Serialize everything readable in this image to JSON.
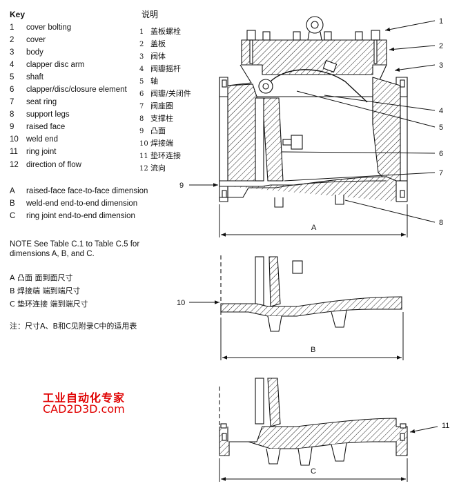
{
  "key": {
    "title": "Key",
    "cn_title": "说明",
    "items": [
      {
        "num": "1",
        "label": "cover bolting",
        "cn": "盖板螺栓"
      },
      {
        "num": "2",
        "label": "cover",
        "cn": "盖板"
      },
      {
        "num": "3",
        "label": "body",
        "cn": "阀体"
      },
      {
        "num": "4",
        "label": "clapper disc arm",
        "cn": "阀瓣摇杆"
      },
      {
        "num": "5",
        "label": "shaft",
        "cn": "轴"
      },
      {
        "num": "6",
        "label": "clapper/disc/closure element",
        "cn": "阀瓣/关闭件"
      },
      {
        "num": "7",
        "label": "seat ring",
        "cn": "阀座圈"
      },
      {
        "num": "8",
        "label": "support legs",
        "cn": "支撑柱"
      },
      {
        "num": "9",
        "label": "raised face",
        "cn": "凸面"
      },
      {
        "num": "10",
        "label": "weld end",
        "cn": "焊接端"
      },
      {
        "num": "11",
        "label": "ring joint",
        "cn": "垫环连接"
      },
      {
        "num": "12",
        "label": "direction of flow",
        "cn": "流向"
      }
    ]
  },
  "dimensions": [
    {
      "letter": "A",
      "label": "raised-face face-to-face dimension",
      "cn": "A 凸面  面到面尺寸"
    },
    {
      "letter": "B",
      "label": "weld-end end-to-end dimension",
      "cn": "B 焊接端  端到端尺寸"
    },
    {
      "letter": "C",
      "label": "ring joint end-to-end dimension",
      "cn": "C 垫环连接  端到端尺寸"
    }
  ],
  "note": "NOTE    See Table C.1 to Table C.5 for dimensions A, B, and C.",
  "cn_note": "注：尺寸A、B和C见附录C中的适用表",
  "brand": {
    "line1": "工业自动化专家",
    "line2": "CAD2D3D.com",
    "color": "#e00000"
  },
  "callouts": {
    "c1": "1",
    "c2": "2",
    "c3": "3",
    "c4": "4",
    "c5": "5",
    "c6": "6",
    "c7": "7",
    "c8": "8",
    "c9": "9",
    "c10": "10",
    "c11": "11"
  },
  "dim_letters": {
    "a": "A",
    "b": "B",
    "c": "C"
  }
}
